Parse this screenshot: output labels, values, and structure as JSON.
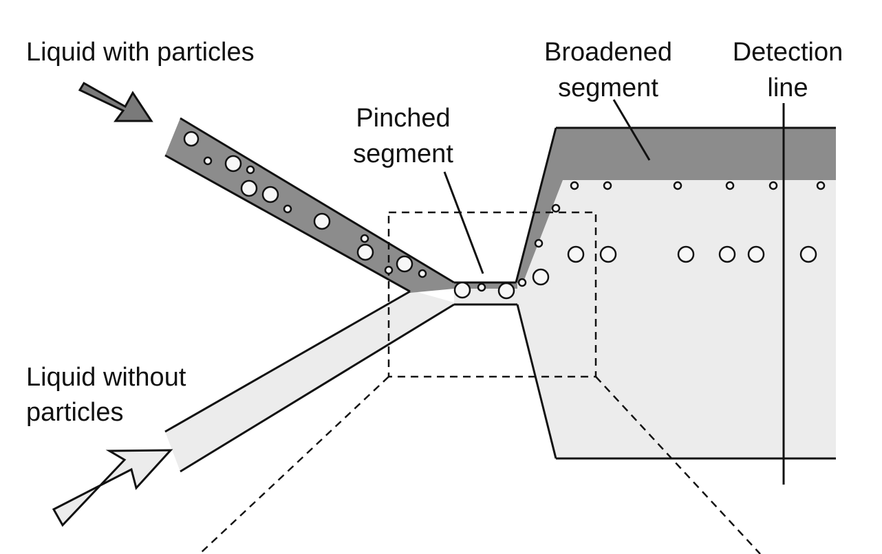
{
  "labels": {
    "liquid_with_particles": "Liquid with particles",
    "liquid_without_particles_line1": "Liquid without",
    "liquid_without_particles_line2": "particles",
    "pinched_line1": "Pinched",
    "pinched_line2": "segment",
    "broadened_line1": "Broadened",
    "broadened_line2": "segment",
    "detection_line1": "Detection",
    "detection_line2": "line"
  },
  "colors": {
    "particle_liquid": "#8c8c8c",
    "clear_liquid": "#ececec",
    "outline": "#111111",
    "particle_fill": "#f7f7f7"
  }
}
